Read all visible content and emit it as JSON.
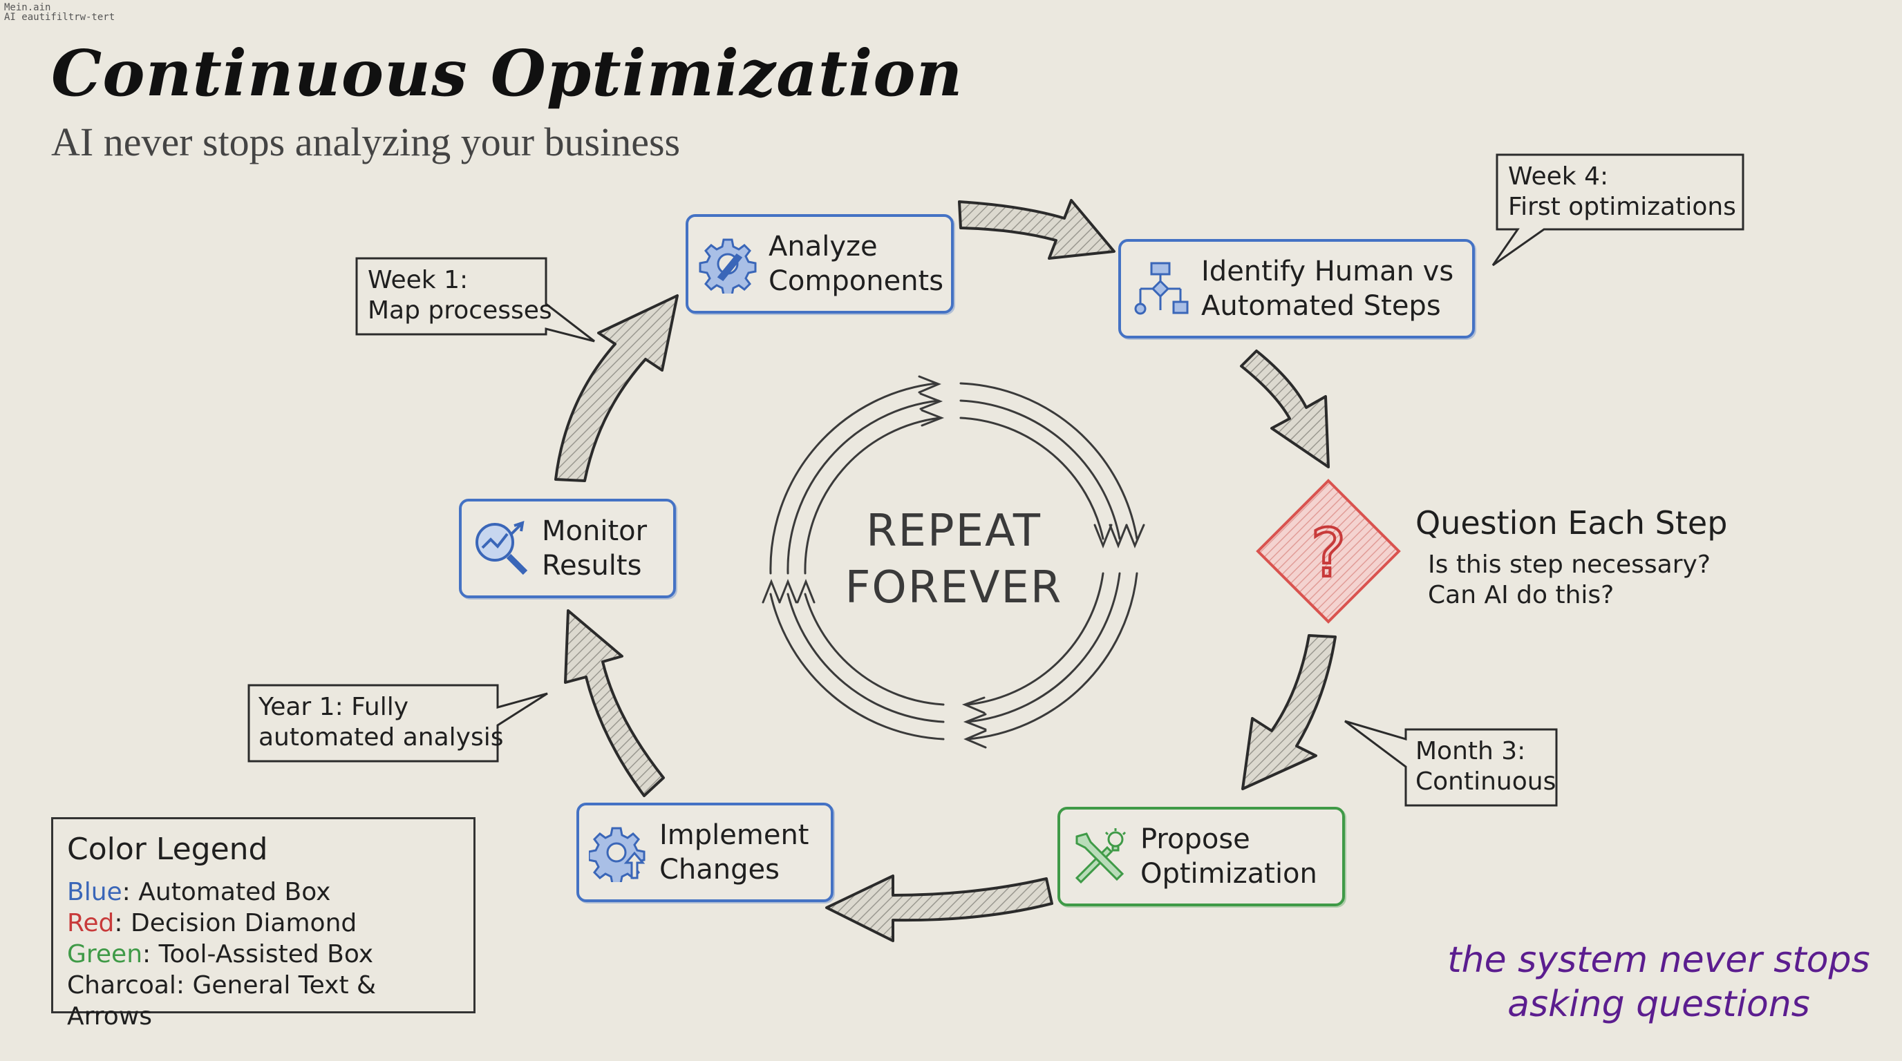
{
  "header": {
    "tiny_text": "Mein.ain\nAI eautifiltrw-tert",
    "title": "Continuous Optimization",
    "subtitle": "AI never stops analyzing your business"
  },
  "nodes": {
    "analyze": {
      "line1": "Analyze",
      "line2": "Components",
      "icon": "gear-wrench-icon"
    },
    "identify": {
      "line1": "Identify Human vs",
      "line2": "Automated Steps",
      "icon": "flowchart-icon"
    },
    "question": {
      "title": "Question Each Step",
      "line1": "Is this step necessary?",
      "line2": "Can AI do this?",
      "icon": "question-mark-icon"
    },
    "propose": {
      "line1": "Propose",
      "line2": "Optimization",
      "icon": "tools-lightbulb-icon"
    },
    "implement": {
      "line1": "Implement",
      "line2": "Changes",
      "icon": "gear-upload-icon"
    },
    "monitor": {
      "line1": "Monitor",
      "line2": "Results",
      "icon": "magnifier-chart-icon"
    }
  },
  "center": {
    "line1": "REPEAT",
    "line2": "FOREVER"
  },
  "callouts": {
    "week1": {
      "line1": "Week 1:",
      "line2": "Map processes"
    },
    "week4": {
      "line1": "Week 4:",
      "line2": "First optimizations"
    },
    "month3": {
      "line1": "Month 3:",
      "line2": "Continuous"
    },
    "year1": {
      "line1": "Year 1: Fully",
      "line2": "automated analysis"
    }
  },
  "legend": {
    "title": "Color Legend",
    "rows": [
      {
        "key": "Blue",
        "rest": ": Automated Box",
        "color": "#3a66b8"
      },
      {
        "key": "Red",
        "rest": ": Decision Diamond",
        "color": "#c83a3a"
      },
      {
        "key": "Green",
        "rest": ": Tool-Assisted Box",
        "color": "#3f9a47"
      },
      {
        "key": "",
        "rest": "Charcoal: General Text & Arrows",
        "color": "#2b2b2b"
      }
    ]
  },
  "closing": {
    "line1": "the system never stops",
    "line2": "asking questions"
  },
  "colors": {
    "blue": "#4472c4",
    "red": "#d9534f",
    "green": "#3f9a47",
    "charcoal": "#2b2b2b",
    "purple": "#5b1d8f",
    "background": "#ebe8df"
  }
}
